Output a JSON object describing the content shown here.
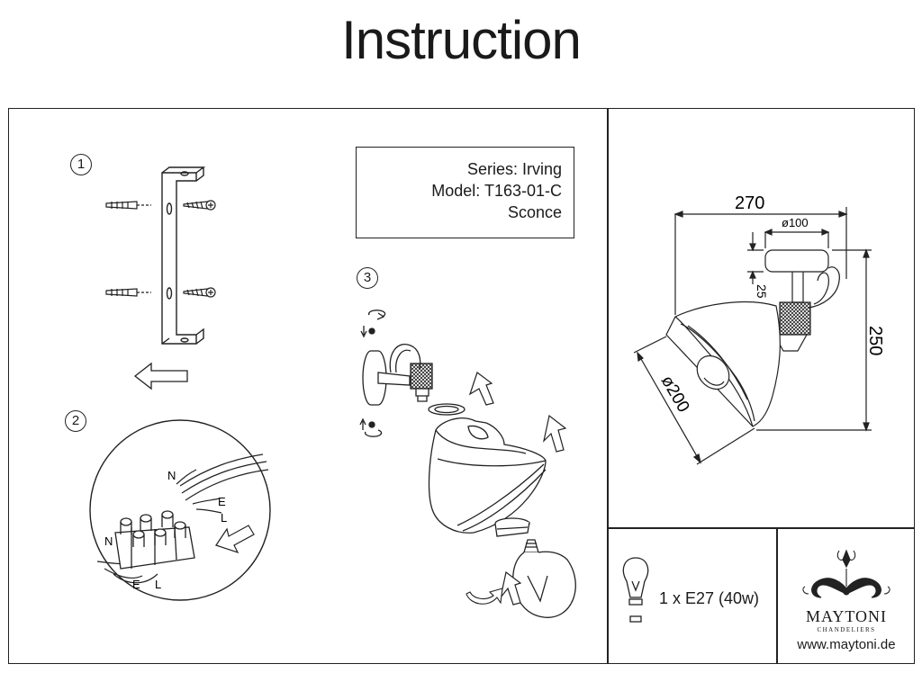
{
  "title": "Instruction",
  "info": {
    "series": "Series: Irving",
    "model": "Model: T163-01-C",
    "type": "Sconce"
  },
  "steps": {
    "step1": "1",
    "step2": "2",
    "step3": "3"
  },
  "wiring": {
    "n_top": "N",
    "e_top": "E",
    "l_top": "L",
    "n_bottom": "N",
    "e_bottom": "E",
    "l_bottom": "L"
  },
  "dimensions": {
    "width": "270",
    "base_diameter": "ø100",
    "base_height": "25",
    "height": "250",
    "shade_diameter": "ø200"
  },
  "bulb": {
    "spec": "1 x E27 (40w)"
  },
  "brand": {
    "name": "MAYTONI",
    "sub": "CHANDELIERS",
    "website": "www.maytoni.de"
  }
}
